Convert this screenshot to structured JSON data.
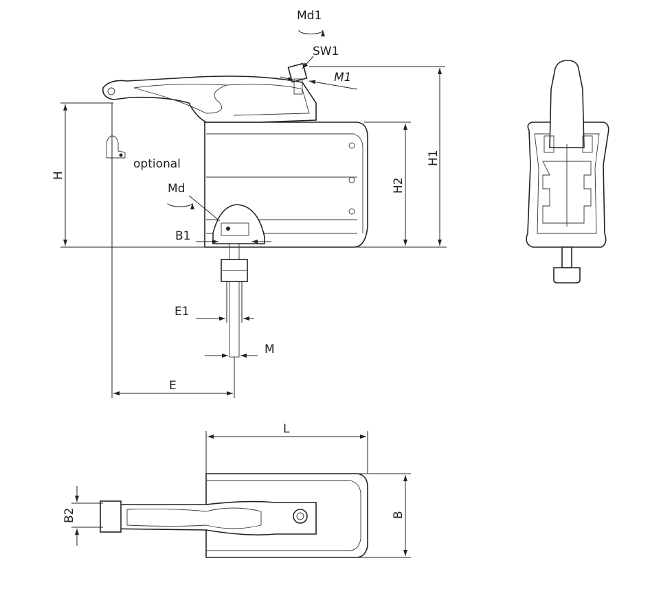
{
  "labels": {
    "md1": "Md1",
    "sw1": "SW1",
    "m1": "M1",
    "h": "H",
    "h1": "H1",
    "h2": "H2",
    "optional": "optional",
    "md": "Md",
    "b1": "B1",
    "e1": "E1",
    "m": "M",
    "e": "E",
    "l": "L",
    "b": "B",
    "b2": "B2"
  }
}
